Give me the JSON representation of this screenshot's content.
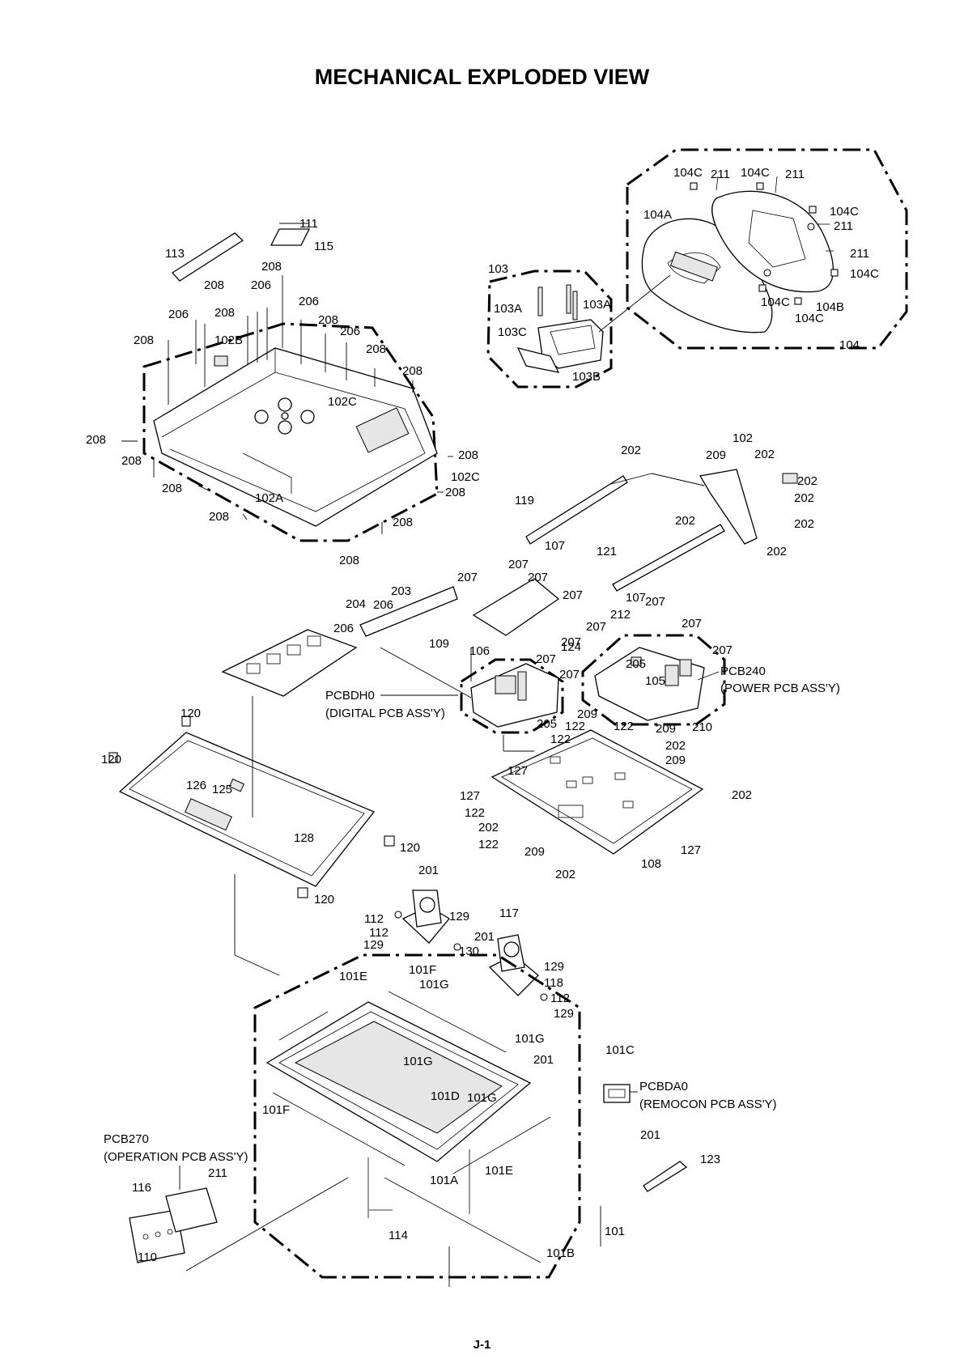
{
  "title": "MECHANICAL EXPLODED VIEW",
  "page_number": "J-1",
  "assemblies": {
    "digital_pcb": {
      "ref": "PCBDH0",
      "name": "(DIGITAL PCB ASS'Y)"
    },
    "power_pcb": {
      "ref": "PCB240",
      "name": "(POWER PCB ASS'Y)"
    },
    "remocon_pcb": {
      "ref": "PCBDA0",
      "name": "(REMOCON PCB ASS'Y)"
    },
    "operation_pcb": {
      "ref": "PCB270",
      "name": "(OPERATION PCB ASS'Y)"
    }
  },
  "callouts": [
    "104C",
    "211",
    "104C",
    "211",
    "104A",
    "104C",
    "211",
    "211",
    "104C",
    "103",
    "103A",
    "103A",
    "104C",
    "104B",
    "104C",
    "103C",
    "104",
    "103B",
    "111",
    "115",
    "113",
    "208",
    "208",
    "206",
    "206",
    "208",
    "206",
    "208",
    "102B",
    "208",
    "206",
    "208",
    "208",
    "102C",
    "208",
    "208",
    "208",
    "102C",
    "208",
    "208",
    "102A",
    "208",
    "208",
    "208",
    "102",
    "202",
    "209",
    "202",
    "202",
    "119",
    "202",
    "202",
    "202",
    "107",
    "202",
    "121",
    "207",
    "207",
    "207",
    "203",
    "207",
    "204",
    "206",
    "206",
    "109",
    "107",
    "207",
    "212",
    "207",
    "207",
    "207",
    "106",
    "207",
    "124",
    "207",
    "205",
    "105",
    "207",
    "120",
    "209",
    "122",
    "122",
    "209",
    "205",
    "210",
    "122",
    "202",
    "209",
    "120",
    "127",
    "126",
    "125",
    "127",
    "202",
    "122",
    "202",
    "128",
    "120",
    "122",
    "209",
    "127",
    "108",
    "202",
    "201",
    "120",
    "112",
    "129",
    "112",
    "117",
    "201",
    "129",
    "130",
    "101E",
    "101F",
    "129",
    "101G",
    "118",
    "112",
    "129",
    "101G",
    "201",
    "101G",
    "101C",
    "101D",
    "101G",
    "101F",
    "201",
    "123",
    "211",
    "116",
    "101A",
    "101E",
    "114",
    "101",
    "110",
    "101B"
  ]
}
